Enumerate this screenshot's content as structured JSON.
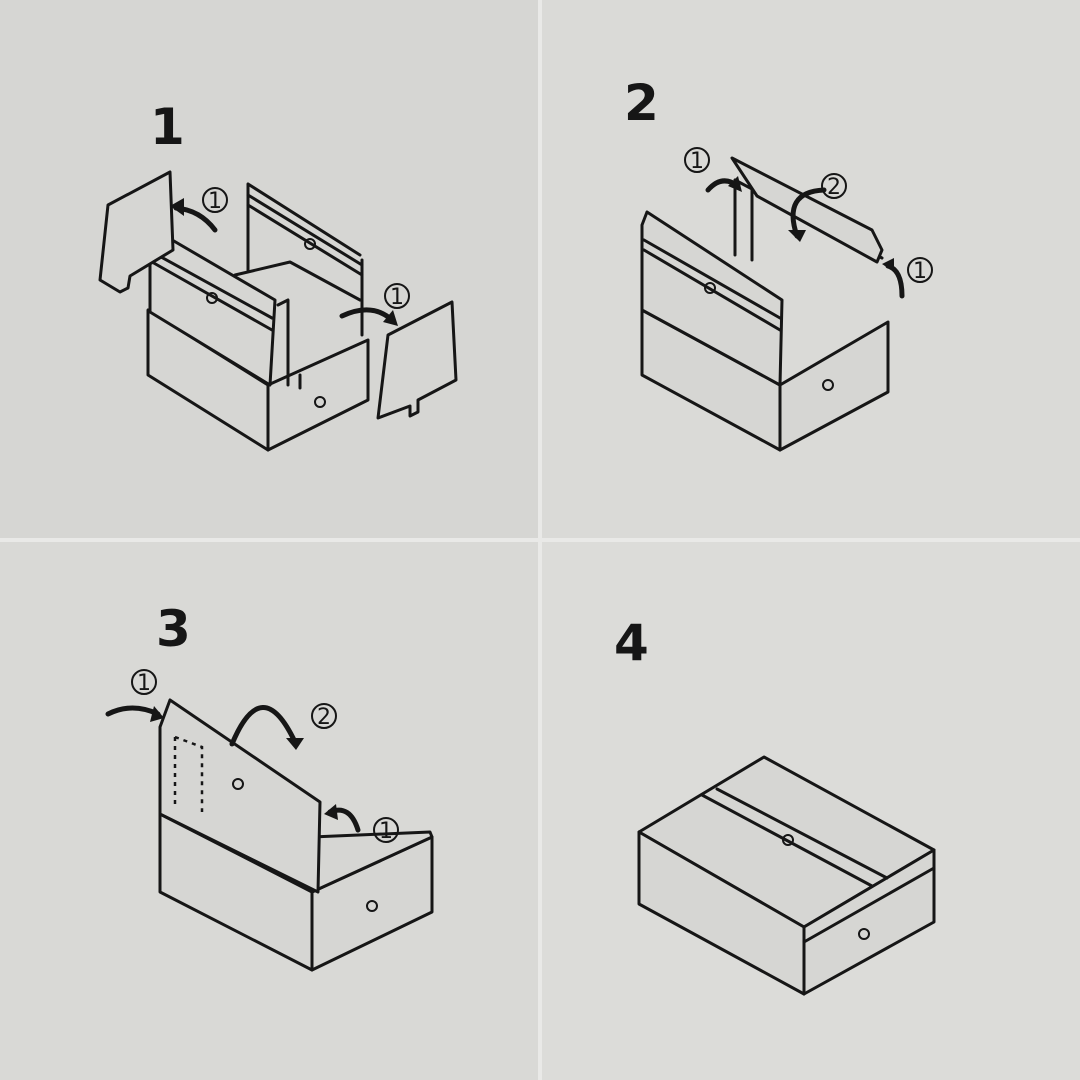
{
  "steps": [
    {
      "number": "1",
      "markers": [
        "1",
        "1"
      ]
    },
    {
      "number": "2",
      "markers": [
        "1",
        "2",
        "1"
      ]
    },
    {
      "number": "3",
      "markers": [
        "1",
        "2",
        "1"
      ]
    },
    {
      "number": "4",
      "markers": []
    }
  ]
}
